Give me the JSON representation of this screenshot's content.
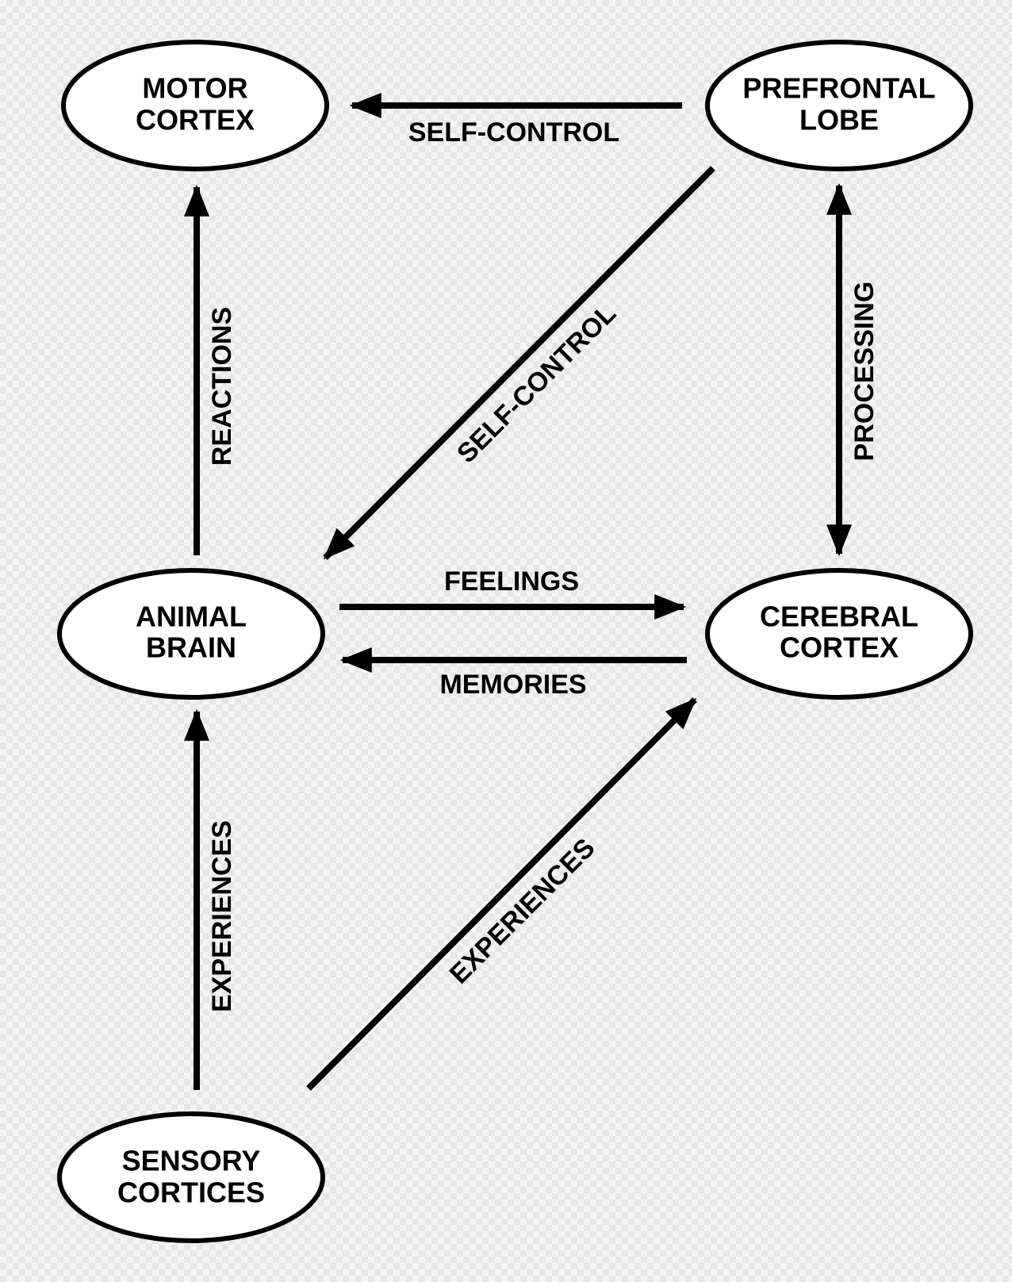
{
  "nodes": {
    "motor_cortex": {
      "line1": "MOTOR",
      "line2": "CORTEX"
    },
    "prefrontal_lobe": {
      "line1": "PREFRONTAL",
      "line2": "LOBE"
    },
    "animal_brain": {
      "line1": "ANIMAL",
      "line2": "BRAIN"
    },
    "cerebral_cortex": {
      "line1": "CEREBRAL",
      "line2": "CORTEX"
    },
    "sensory_cortices": {
      "line1": "SENSORY",
      "line2": "CORTICES"
    }
  },
  "edges": {
    "prefrontal_to_motor": {
      "label": "SELF-CONTROL",
      "from": "PREFRONTAL LOBE",
      "to": "MOTOR CORTEX"
    },
    "prefrontal_to_animal": {
      "label": "SELF-CONTROL",
      "from": "PREFRONTAL LOBE",
      "to": "ANIMAL BRAIN"
    },
    "animal_to_motor": {
      "label": "REACTIONS",
      "from": "ANIMAL BRAIN",
      "to": "MOTOR CORTEX"
    },
    "prefrontal_cerebral": {
      "label": "PROCESSING",
      "from": "PREFRONTAL LOBE",
      "to": "CEREBRAL CORTEX",
      "bidirectional": true
    },
    "animal_to_cerebral": {
      "label": "FEELINGS",
      "from": "ANIMAL BRAIN",
      "to": "CEREBRAL CORTEX"
    },
    "cerebral_to_animal": {
      "label": "MEMORIES",
      "from": "CEREBRAL CORTEX",
      "to": "ANIMAL BRAIN"
    },
    "sensory_to_animal": {
      "label": "EXPERIENCES",
      "from": "SENSORY CORTICES",
      "to": "ANIMAL BRAIN"
    },
    "sensory_to_cerebral": {
      "label": "EXPERIENCES",
      "from": "SENSORY CORTICES",
      "to": "CEREBRAL CORTEX"
    }
  },
  "colors": {
    "stroke": "#000000",
    "node_fill": "#ffffff",
    "background": "#f4f4f4"
  }
}
